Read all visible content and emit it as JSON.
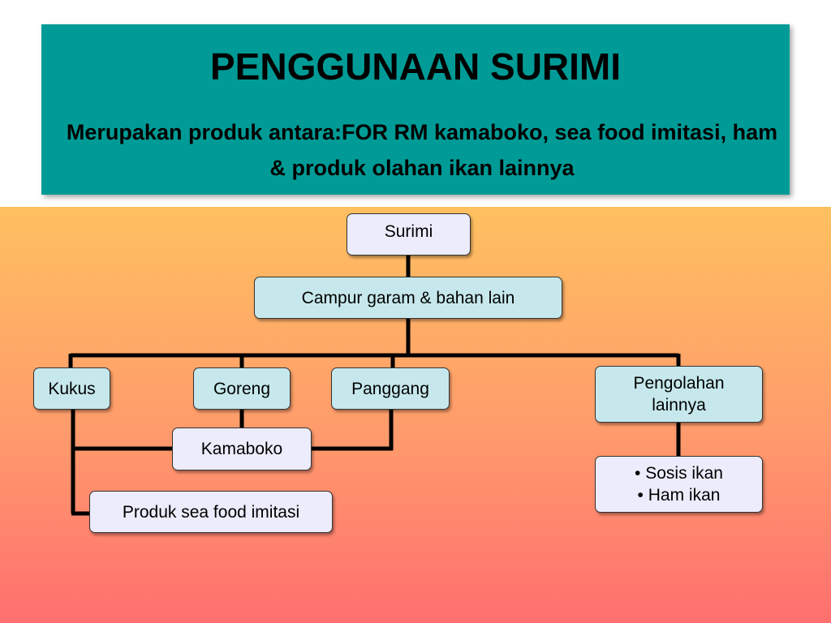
{
  "header": {
    "title": "PENGGUNAAN SURIMI",
    "subtitle": "Merupakan produk antara:FOR RM kamaboko, sea food imitasi, ham & produk olahan ikan lainnya"
  },
  "diagram": {
    "nodes": {
      "surimi": "Surimi",
      "campur": "Campur garam & bahan lain",
      "kukus": "Kukus",
      "goreng": "Goreng",
      "panggang": "Panggang",
      "pengolahan": "Pengolahan lainnya",
      "kamaboko": "Kamaboko",
      "produk_sea_food": "Produk sea food imitasi",
      "sosis_ham": [
        "• Sosis ikan",
        "• Ham ikan"
      ]
    },
    "colors": {
      "header_bg": "#009b96",
      "node_lavender": "#ececfc",
      "node_aqua": "#c6e8ec",
      "connector": "#000000"
    }
  }
}
